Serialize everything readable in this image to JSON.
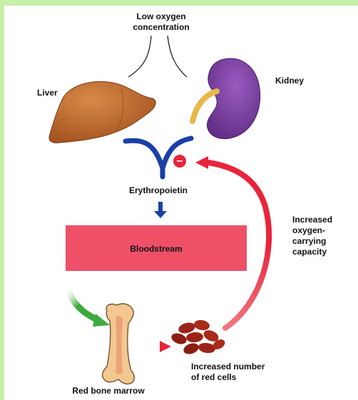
{
  "labels": {
    "low_oxygen_line1": "Low oxygen",
    "low_oxygen_line2": "concentration",
    "liver": "Liver",
    "kidney": "Kidney",
    "erythropoietin": "Erythropoietin",
    "bloodstream": "Bloodstream",
    "capacity_line1": "Increased",
    "capacity_line2": "oxygen-",
    "capacity_line3": "carrying",
    "capacity_line4": "capacity",
    "red_cells_line1": "Increased number",
    "red_cells_line2": "of red cells",
    "marrow": "Red bone marrow",
    "minus_sign": "−"
  },
  "colors": {
    "background": "#c8f0a8",
    "liver": "#b8652a",
    "kidney": "#7a3d9e",
    "ureter": "#e8b84a",
    "erythropoietin_arrow": "#1a3fa8",
    "bloodstream": "#ee5068",
    "feedback_arc": "#e8243c",
    "green_arrow": "#3caa3c",
    "red_cells": "#9a2418",
    "bone": "#f2c890"
  }
}
